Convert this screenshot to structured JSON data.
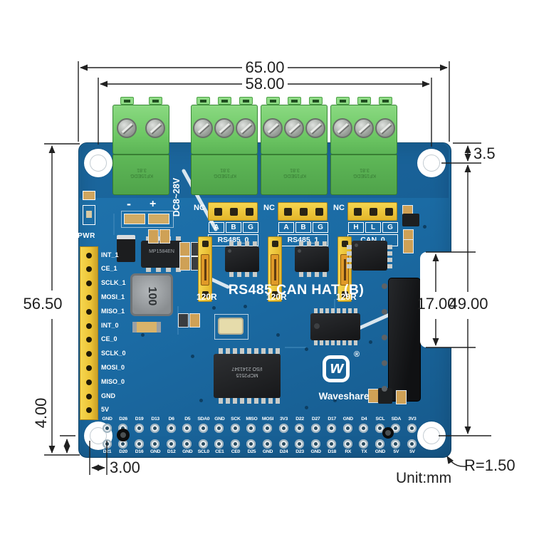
{
  "annotations": {
    "width": "65.00",
    "hole_span": "58.00",
    "height": "56.50",
    "top_offset": "3.5",
    "vertical_span": "49.00",
    "notch": "17.00",
    "bottom_offset": "4.00",
    "hole_dia": "3.00",
    "corner": "R=1.50",
    "unit": "Unit:mm"
  },
  "board": {
    "title": "RS485 CAN HAT (B)",
    "brand": "Waveshare",
    "reg": "®",
    "pwr": "PWR",
    "dc": "DC8~28V",
    "minus": "-",
    "plus": "+",
    "terminal_marking": "KF15EDG",
    "terminal_pitch": "3.81",
    "inductor": "100",
    "reg_chip": "MP1584EN",
    "mcp_line1": "MCP2515",
    "mcp_line2": "I/SO 2141347",
    "channels": [
      {
        "nc": "NC",
        "pins": [
          "A",
          "B",
          "G"
        ],
        "name": "RS485_0",
        "jumper": "120R"
      },
      {
        "nc": "NC",
        "pins": [
          "A",
          "B",
          "G"
        ],
        "name": "RS485_1",
        "jumper": "120R"
      },
      {
        "nc": "NC",
        "pins": [
          "H",
          "L",
          "G"
        ],
        "name": "CAN_0",
        "jumper": "120R"
      }
    ],
    "left_pins": [
      "INT_1",
      "CE_1",
      "SCLK_1",
      "MOSI_1",
      "MISO_1",
      "INT_0",
      "CE_0",
      "SCLK_0",
      "MOSI_0",
      "MISO_0",
      "GND",
      "5V"
    ],
    "bottom_pins_row1": [
      "GND",
      "D26",
      "D19",
      "D13",
      "D6",
      "D5",
      "SDA0",
      "GND",
      "SCK",
      "MISO",
      "MOSI",
      "3V3",
      "D22",
      "D27",
      "D17",
      "GND",
      "D4",
      "SCL",
      "SDA",
      "3V3"
    ],
    "bottom_pins_row2": [
      "D21",
      "D20",
      "D16",
      "GND",
      "D12",
      "GND",
      "SCL0",
      "CE1",
      "CE0",
      "D25",
      "GND",
      "D24",
      "D23",
      "GND",
      "D18",
      "RX",
      "TX",
      "GND",
      "5V",
      "5V"
    ]
  },
  "colors": {
    "pcb": "#1b6ba4",
    "terminal_green": "#5cb85c",
    "header_yellow": "#f2ca37",
    "dimension": "#202020",
    "silkscreen": "#ffffff"
  }
}
